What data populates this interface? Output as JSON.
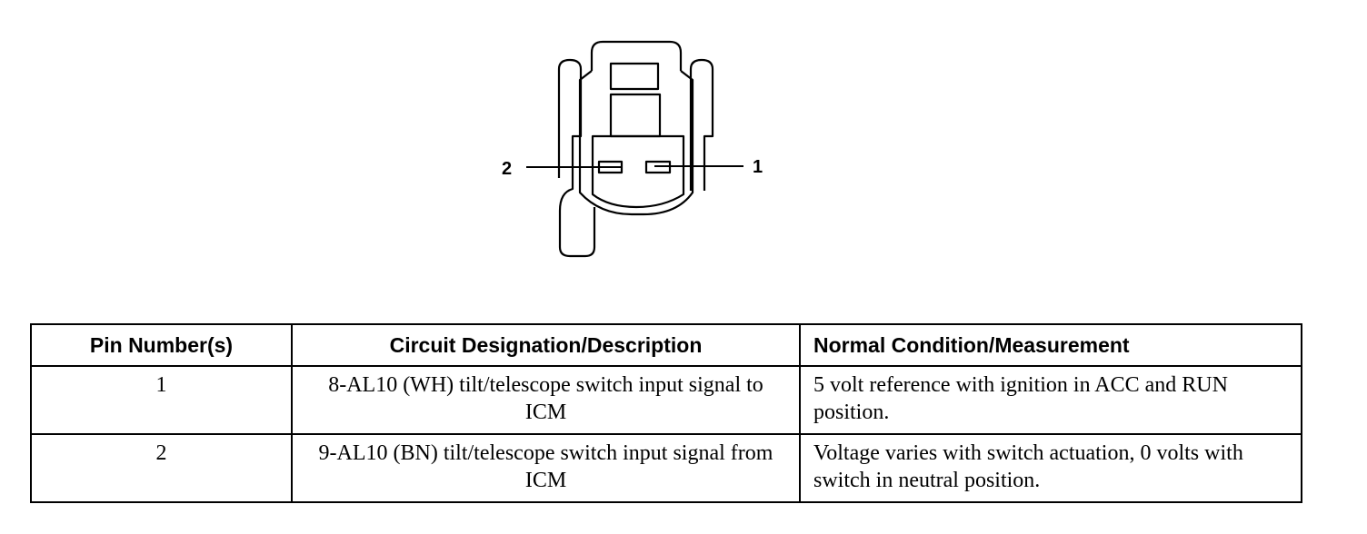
{
  "connector": {
    "pin_labels": [
      "2",
      "1"
    ]
  },
  "table": {
    "headers": [
      "Pin Number(s)",
      "Circuit Designation/Description",
      "Normal Condition/Measurement"
    ],
    "rows": [
      {
        "pin": "1",
        "circuit": "8-AL10 (WH) tilt/telescope switch input signal to ICM",
        "condition": "5 volt reference with ignition in ACC and RUN position."
      },
      {
        "pin": "2",
        "circuit": "9-AL10 (BN) tilt/telescope switch input signal from ICM",
        "condition": "Voltage varies with switch actuation, 0 volts with switch in neutral position."
      }
    ]
  }
}
